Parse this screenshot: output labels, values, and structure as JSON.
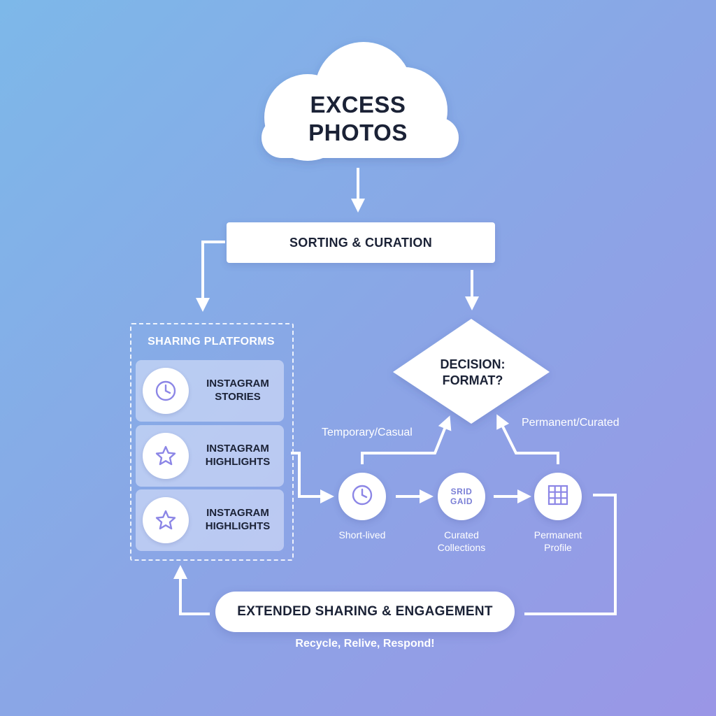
{
  "colors": {
    "accent": "#8c86e6",
    "text": "#1b2236",
    "wire": "#ffffff"
  },
  "cloud": {
    "line1": "EXCESS",
    "line2": "PHOTOS"
  },
  "sorting": {
    "label": "SORTING & CURATION"
  },
  "decision": {
    "line1": "DECISION:",
    "line2": "FORMAT?"
  },
  "platforms": {
    "title": "SHARING PLATFORMS",
    "items": [
      {
        "line1": "INSTAGRAM",
        "line2": "STORIES",
        "icon": "clock-icon"
      },
      {
        "line1": "INSTAGRAM",
        "line2": "HIGHLIGHTS",
        "icon": "star-icon"
      },
      {
        "line1": "INSTAGRAM",
        "line2": "HIGHLIGHTS",
        "icon": "star-icon"
      }
    ]
  },
  "branches": {
    "left": "Temporary/Casual",
    "right": "Permanent/Curated"
  },
  "nodes": [
    {
      "line1": "Short-lived",
      "line2": "",
      "icon": "clock-icon"
    },
    {
      "line1": "Curated",
      "line2": "Collections",
      "icon": "grid-text-icon",
      "icon_text1": "SRID",
      "icon_text2": "GAID"
    },
    {
      "line1": "Permanent",
      "line2": "Profile",
      "icon": "grid-icon"
    }
  ],
  "extended": {
    "label": "EXTENDED SHARING & ENGAGEMENT",
    "tagline": "Recycle, Relive, Respond!"
  }
}
